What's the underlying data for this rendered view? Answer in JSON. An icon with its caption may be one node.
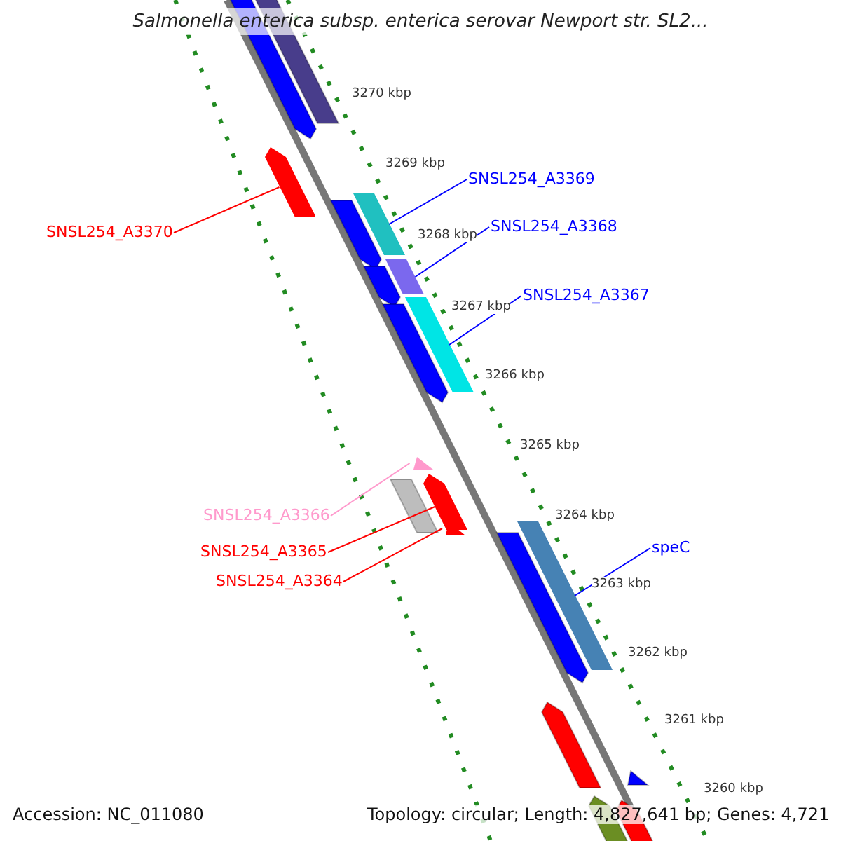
{
  "diagram": {
    "title": "Salmonella enterica subsp. enterica serovar Newport str. SL2...",
    "nodes": [
      {
        "text": [
          "SNSL254_A3369"
        ]
      },
      {
        "text": [
          "SNSL254_A3370"
        ]
      },
      {
        "text": [
          "SNSL254_A3368"
        ]
      },
      {
        "text": [
          "SNSL254_A3367"
        ]
      },
      {
        "text": [
          "SNSL254_A3366"
        ]
      },
      {
        "text": [
          "speC"
        ]
      },
      {
        "text": [
          "SNSL254_A3365"
        ]
      },
      {
        "text": [
          "SNSL254_A3364"
        ]
      },
      {
        "text": [],
        "shape": "bar"
      },
      {
        "text": [],
        "shape": "bar"
      },
      {
        "text": [],
        "shape": "bar"
      },
      {
        "text": [],
        "shape": "bar"
      },
      {
        "text": [],
        "shape": "bar"
      },
      {
        "text": [],
        "shape": "bar"
      },
      {
        "text": [],
        "shape": "bar"
      },
      {
        "text": [],
        "shape": "bar"
      }
    ],
    "edges": [
      {
        "from": 0,
        "to": 9,
        "arrow": "none"
      },
      {
        "from": 1,
        "to": 8,
        "arrow": "none",
        "color": "#ff0000"
      },
      {
        "from": 2,
        "to": 10,
        "arrow": "none"
      },
      {
        "from": 3,
        "to": 11,
        "arrow": "none"
      },
      {
        "from": 4,
        "to": 12,
        "arrow": "none",
        "color": "#ff99cc"
      },
      {
        "from": 5,
        "to": 15,
        "arrow": "none"
      },
      {
        "from": 6,
        "to": 13,
        "arrow": "none",
        "color": "#ff0000"
      },
      {
        "from": 7,
        "to": 14,
        "arrow": "none",
        "color": "#ff0000"
      }
    ],
    "labels": [
      "3270 kbp",
      "3269 kbp",
      "3268 kbp",
      "3267 kbp",
      "3266 kbp",
      "3265 kbp",
      "3264 kbp",
      "3263 kbp",
      "3262 kbp",
      "3261 kbp",
      "3260 kbp",
      "Accession: NC_011080",
      "Topology: circular; Length: 4,827,641 bp; Genes: 4,721"
    ]
  }
}
